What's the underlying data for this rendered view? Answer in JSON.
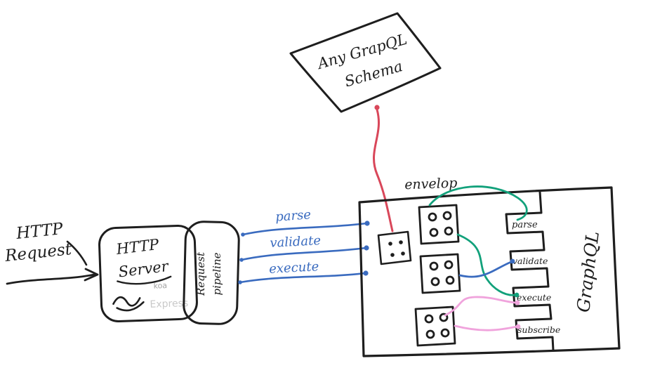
{
  "colors": {
    "ink": "#1e1e1e",
    "blue": "#3a6bbf",
    "red": "#d9475a",
    "green": "#12a17b",
    "pink": "#f0a3dc",
    "gray": "#a3a3a3",
    "lightgray": "#c9c9c9"
  },
  "left": {
    "http_line1": "HTTP",
    "http_line2": "Request"
  },
  "server": {
    "line1": "HTTP",
    "line2": "Server",
    "koa": "koa",
    "express": "Express"
  },
  "pipeline": {
    "line1": "Request",
    "line2": "pipeline"
  },
  "steps": [
    {
      "label": "parse"
    },
    {
      "label": "validate"
    },
    {
      "label": "execute"
    }
  ],
  "schema": {
    "line1": "Any GrapQL",
    "line2": "Schema"
  },
  "envelop": {
    "title": "envelop",
    "phases": [
      {
        "label": "parse"
      },
      {
        "label": "validate"
      },
      {
        "label": "execute"
      },
      {
        "label": "subscribe"
      }
    ],
    "engine": "GraphQL"
  }
}
